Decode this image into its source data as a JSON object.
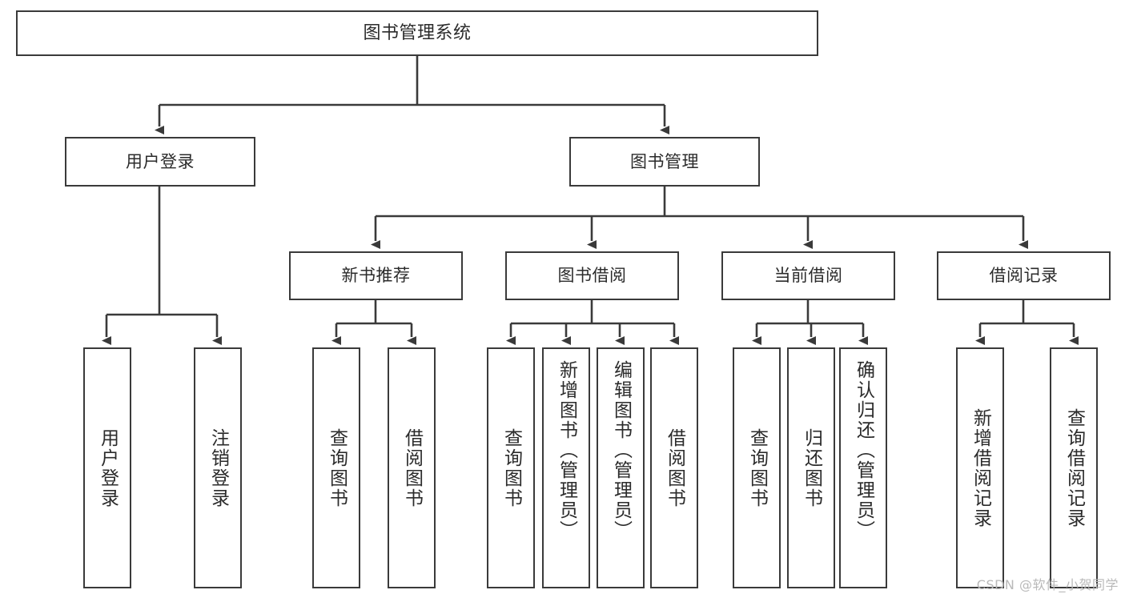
{
  "diagram": {
    "title": "图书管理系统",
    "type": "tree",
    "watermark": "CSDN @软件_小贺同学",
    "colors": {
      "stroke": "#3a3a3a",
      "fill": "#ffffff",
      "text": "#2b2b2b",
      "watermark": "#b9b9b9"
    },
    "nodes": {
      "root": "图书管理系统",
      "level2": {
        "user_login": "用户登录",
        "book_manage": "图书管理"
      },
      "level3": {
        "new_book_rec": "新书推荐",
        "book_borrow": "图书借阅",
        "current_borrow": "当前借阅",
        "borrow_record": "借阅记录"
      },
      "leaves": {
        "user_login_1": "用户登录",
        "user_login_2": "注销登录",
        "new_book_1": "查询图书",
        "new_book_2": "借阅图书",
        "borrow_1": "查询图书",
        "borrow_2": "新增图书（管理员）",
        "borrow_3": "编辑图书（管理员）",
        "borrow_4": "借阅图书",
        "current_1": "查询图书",
        "current_2": "归还图书",
        "current_3": "确认归还（管理员）",
        "record_1": "新增借阅记录",
        "record_2": "查询借阅记录"
      }
    }
  }
}
